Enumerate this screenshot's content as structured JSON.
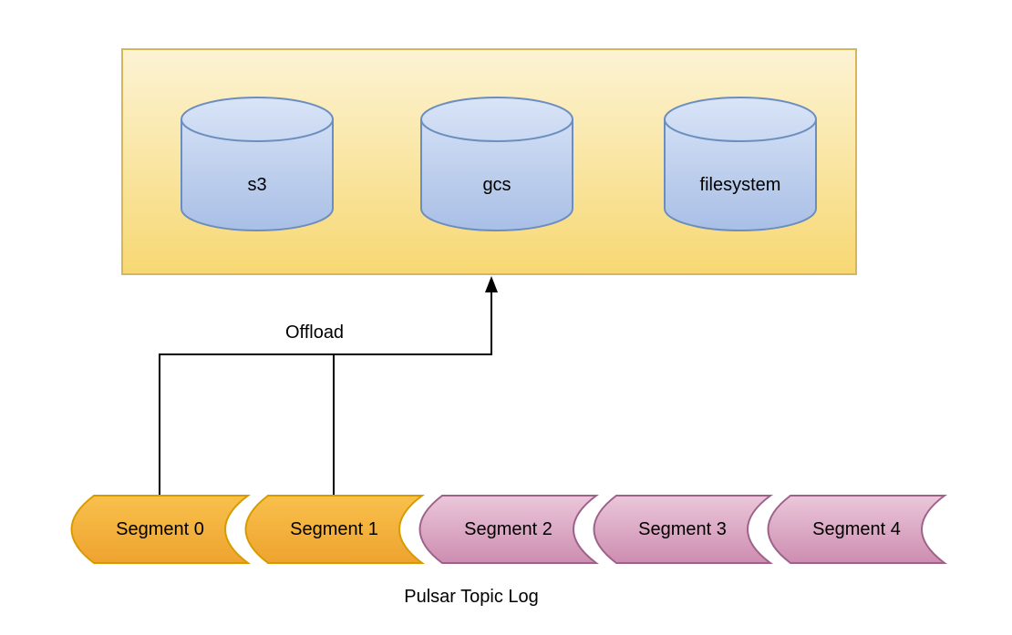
{
  "diagram": {
    "storage_box": {
      "stores": [
        {
          "label": "s3"
        },
        {
          "label": "gcs"
        },
        {
          "label": "filesystem"
        }
      ],
      "fill_top": "#FCF3D4",
      "fill_bottom": "#F7D873",
      "border_color": "#D6B656",
      "cylinder": {
        "fill_top": "#D9E4F7",
        "fill_bottom": "#A9BFE6",
        "border_color": "#6C8EBF"
      }
    },
    "offload": {
      "label": "Offload",
      "line_color": "#000000"
    },
    "segments": {
      "items": [
        {
          "label": "Segment 0",
          "color_scheme": "orange"
        },
        {
          "label": "Segment 1",
          "color_scheme": "orange"
        },
        {
          "label": "Segment 2",
          "color_scheme": "pink"
        },
        {
          "label": "Segment 3",
          "color_scheme": "pink"
        },
        {
          "label": "Segment 4",
          "color_scheme": "pink"
        }
      ],
      "orange": {
        "fill_top": "#F9C04C",
        "fill_bottom": "#EEA32F",
        "border_color": "#D79B00"
      },
      "pink": {
        "fill_top": "#EBC7DA",
        "fill_bottom": "#CD8DB0",
        "border_color": "#9E6289"
      }
    },
    "caption": "Pulsar Topic Log"
  }
}
